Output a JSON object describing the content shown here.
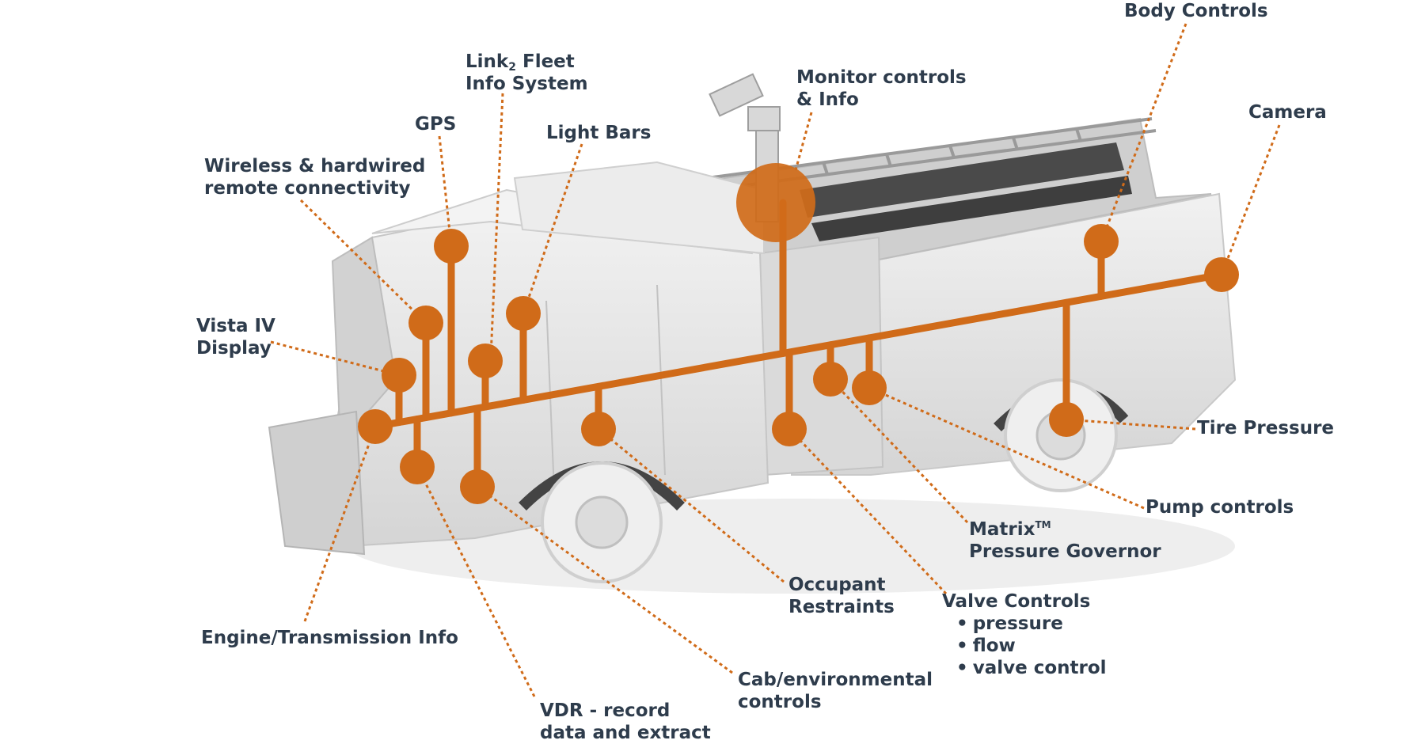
{
  "colors": {
    "accent": "#d06b19",
    "label": "#2e3c4c",
    "truck_body": "#e4e4e4",
    "truck_shadow": "#b9b9b9",
    "truck_dark": "#555555"
  },
  "labels": {
    "body_controls": "Body Controls",
    "link2_prefix": "Link",
    "link2_sub": "2",
    "link2_suffix": " Fleet",
    "link2_line2": "Info System",
    "monitor_line1": "Monitor controls",
    "monitor_line2": "& Info",
    "camera": "Camera",
    "gps": "GPS",
    "light_bars": "Light Bars",
    "wireless_line1": "Wireless & hardwired",
    "wireless_line2": "remote connectivity",
    "vista_line1": "Vista IV",
    "vista_line2": "Display",
    "tire_pressure": "Tire Pressure",
    "pump_controls": "Pump controls",
    "matrix_word": "Matrix",
    "matrix_tm": "TM",
    "matrix_line2": "Pressure Governor",
    "occupant_line1": "Occupant",
    "occupant_line2": "Restraints",
    "valve_title": "Valve Controls",
    "valve_items": [
      "pressure",
      "flow",
      "valve control"
    ],
    "engine": "Engine/Transmission Info",
    "cab_line1": "Cab/environmental",
    "cab_line2": "controls",
    "vdr_line1": "VDR - record",
    "vdr_line2": "data and extract"
  }
}
